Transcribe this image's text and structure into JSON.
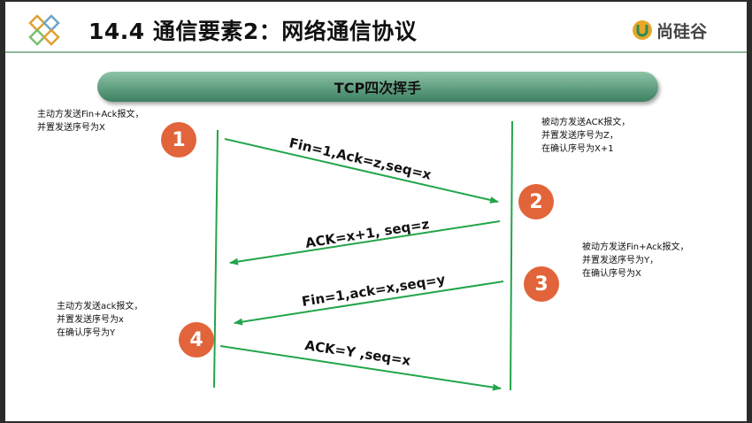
{
  "header": {
    "title": "14.4 通信要素2：网络通信协议",
    "brand": "尚硅谷"
  },
  "banner": {
    "label": "TCP四次挥手"
  },
  "notes": {
    "note1": "主动方发送Fin+Ack报文，\n并置发送序号为X",
    "note2": "被动方发送ACK报文，\n并置发送序号为Z，\n在确认序号为X+1",
    "note3": "被动方发送Fin+Ack报文，\n并置发送序号为Y，\n在确认序号为X",
    "note4": "主动方发送ack报文，\n并置发送序号为x\n在确认序号为Y"
  },
  "steps": [
    "1",
    "2",
    "3",
    "4"
  ],
  "messages": {
    "m1": "Fin=1,Ack=z,seq=x",
    "m2": "ACK=x+1, seq=z",
    "m3": "Fin=1,ack=x,seq=y",
    "m4": "ACK=Y ,seq=x"
  },
  "colors": {
    "accent": "#e2643a",
    "line": "#22a54a",
    "banner": "#5f9f80"
  }
}
